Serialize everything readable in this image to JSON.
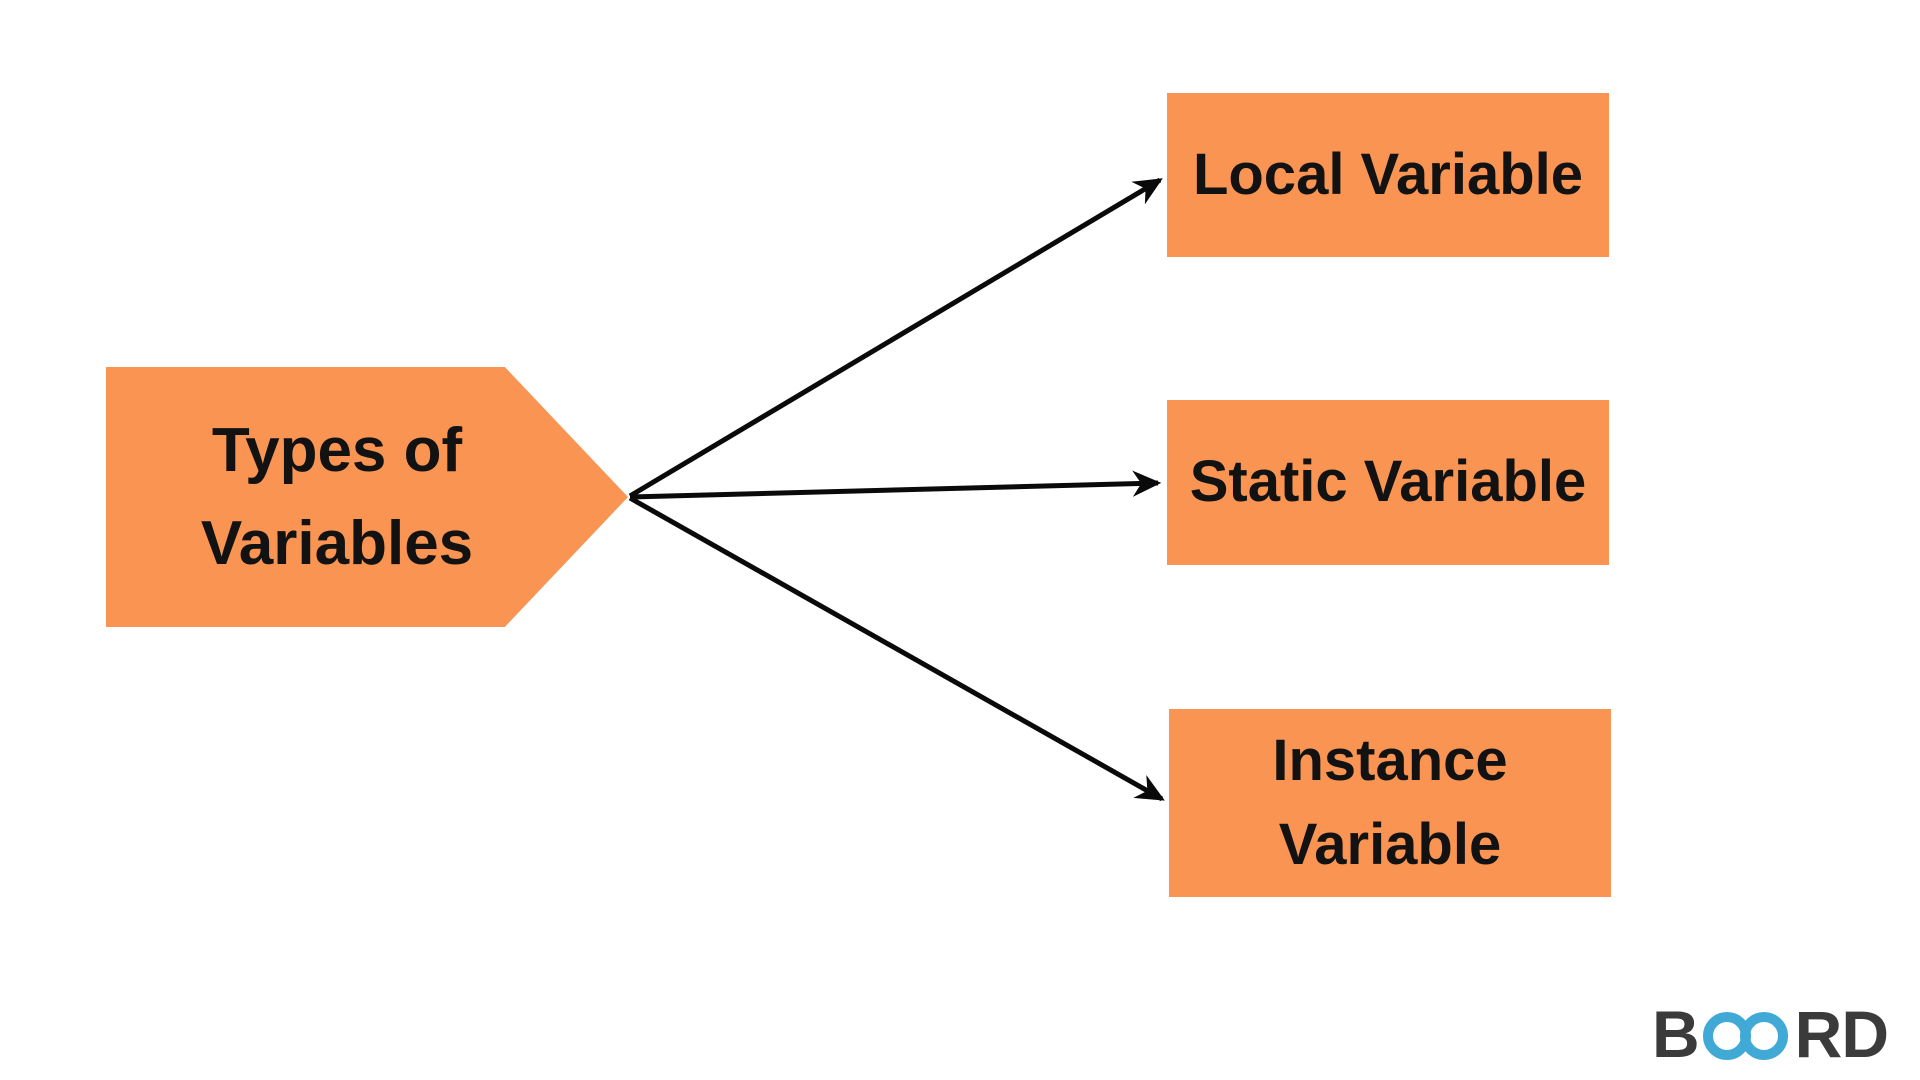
{
  "title": "Types of Variables diagram",
  "colors": {
    "background": "#ffffff",
    "node_fill": "#FA9452",
    "node_text": "#121212",
    "arrow": "#0a0a0a",
    "logo_dark": "#3b3b3b",
    "logo_blue": "#41A9D6"
  },
  "diagram": {
    "type": "flowchart",
    "root": {
      "label": "Types of\nVariables"
    },
    "children": [
      {
        "label": "Local Variable"
      },
      {
        "label": "Static Variable"
      },
      {
        "label": "Instance\nVariable"
      }
    ]
  },
  "logo": {
    "prefix": "B",
    "suffix": "RD",
    "icon": "infinity-icon"
  }
}
